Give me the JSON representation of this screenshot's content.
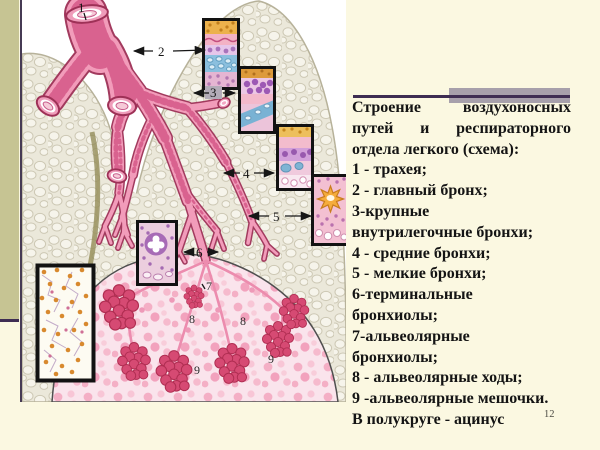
{
  "colors": {
    "background": "#FBF8E1",
    "accent_bar": "#C6C493",
    "divider": "#3E2D52",
    "header_gray_bar": "#A7A0AB",
    "diagram_pink": "#F29CBA",
    "alveoli_dark": "#D64A73"
  },
  "text_panel": {
    "lines": [
      "Строение воздухоносных",
      "путей и респираторного",
      "отдела легкого (схема):",
      "1 - трахея;",
      "2 - главный бронх;",
      "3-крупные",
      "внутрилегочные бронхи;",
      "4 - средние бронхи;",
      "5 - мелкие бронхи;",
      "6-терминальные",
      "бронхиолы;",
      "7-альвеолярные",
      "бронхиолы;",
      "8 - альвеолярные ходы;",
      "9 -альвеолярные мешочки.",
      "В полукруге - ацинус"
    ]
  },
  "diagram": {
    "labels": [
      "1",
      "2",
      "3",
      "4",
      "5",
      "6",
      "7",
      "8",
      "9"
    ]
  },
  "page_number": "12"
}
